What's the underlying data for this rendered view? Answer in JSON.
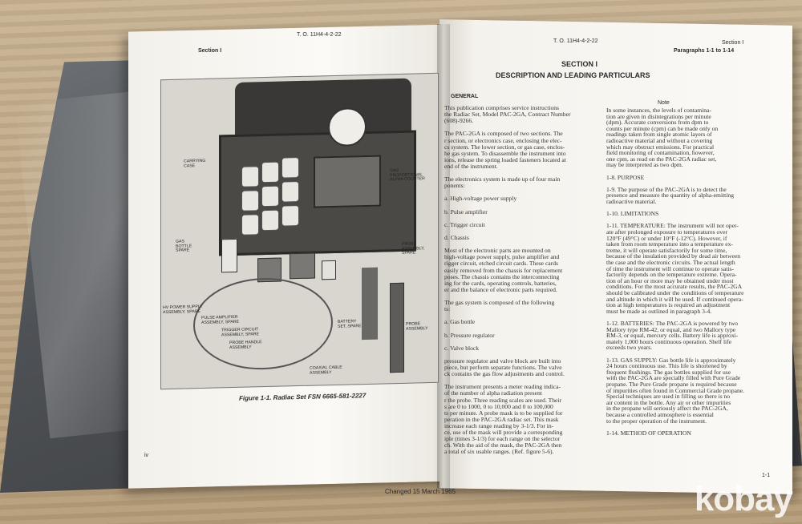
{
  "left_page": {
    "header_doc": "T. O. 11H4-4-2-22",
    "header_section": "Section I",
    "figure_caption": "Figure 1-1.  Radiac Set FSN 6665-581-2227",
    "page_number": "iv",
    "labels": {
      "carrying_case": "CARRYING\nCASE",
      "gas_counter": "GAS\nPROPORTIONAL\nALPHA COUNTER",
      "gas_bottle": "GAS\nBOTTLE\nSPARE",
      "probe_spare": "PROBE\nASSEMBLY,\nSPARE",
      "hv_power": "HV POWER SUPPLY\nASSEMBLY, SPARE",
      "pulse_amp": "PULSE AMPLIFIER\nASSEMBLY, SPARE",
      "trigger": "TRIGGER CIRCUIT\nASSEMBLY, SPARE",
      "probe_handle": "PROBE HANDLE\nASSEMBLY",
      "battery": "BATTERY\nSET, SPARE",
      "probe_assembly": "PROBE\nASSEMBLY",
      "coax": "COAXIAL CABLE\nASSEMBLY"
    }
  },
  "right_page": {
    "header_doc": "T. O. 11H4-4-2-22",
    "header_section": "Section I",
    "header_paragraphs": "Paragraphs 1-1 to 1-14",
    "section_title": "SECTION I",
    "section_subtitle": "DESCRIPTION AND LEADING PARTICULARS",
    "general_heading": "GENERAL",
    "left_col": [
      "This publication comprises service instructions",
      "the Radiac Set, Model PAC-2GA, Contract Number",
      "(608)-9266.",
      "",
      "The PAC-2GA is composed of two sections.  The",
      "r section, or electronics case, enclosing the elec-",
      "cs system.  The lower section, or gas case, enclos-",
      "he gas system.  To disassemble the instrument into",
      "ions, release the spring loaded fasteners located at",
      "end of the instrument.",
      "",
      "The electronics system is made up of four main",
      "ponents:",
      "",
      "a.  High-voltage power supply",
      "",
      "b.  Pulse amplifier",
      "",
      "c.  Trigger circuit",
      "",
      "d.  Chassis",
      "",
      "Most of the electronic parts are mounted on",
      "high-voltage power supply, pulse amplifier and",
      "rigger circuit, etched circuit cards.  These cards",
      "easily removed from the chassis for replacement",
      "poses.  The chassis contains the interconnecting",
      "ing for the cards, operating controls, batteries,",
      "er and the balance of electronic parts required.",
      "",
      "The gas system is composed of the following",
      "ts:",
      "",
      "a.  Gas bottle",
      "",
      "b.  Pressure regulator",
      "",
      "c.  Valve block",
      "",
      "pressure regulator and valve block are built into",
      "piece, but perform separate functions.  The valve",
      "ck contains the gas flow adjustments and control.",
      "",
      "The instrument presents a meter reading indica-",
      "of the number of alpha radiation present",
      "r the probe.  Three reading scales are used.  Their",
      "s are 0 to 1000, 0 to 10,000 and 0 to 100,000",
      "ts per minute.  A probe mask is to be supplied for",
      "peration in the PAC-2GA radiac set.  This mask",
      "increase each range reading by 3-1/3.  For in-",
      "ce, use of the mask will provide a corresponding",
      "iple (times 3-1/3) for each range on the selector",
      "ch.  With the aid of the mask, the PAC-2GA then",
      "a total of six usable ranges. (Ref. figure 5-6)."
    ],
    "note_heading": "Note",
    "right_col": [
      "In some instances, the levels of contamina-",
      "tion are given in disintegrations per minute",
      "(dpm).  Accurate conversions from dpm to",
      "counts per minute (cpm) can be made only on",
      "readings taken from single atomic layers of",
      "radioactive material and without a covering",
      "which may obstruct emissions.  For practical",
      "field monitoring of contamination, however,",
      "one cpm, as read on the PAC-2GA radiac set,",
      "may be interpreted as two dpm.",
      "",
      "1-8.  PURPOSE",
      "",
      "1-9.    The purpose of the PAC-2GA is to detect the",
      "presence and measure the quantity of alpha-emitting",
      "radioactive material.",
      "",
      "1-10.  LIMITATIONS",
      "",
      "1-11.  TEMPERATURE:  The instrument will not oper-",
      "ate after prolonged exposure to temperatures over",
      "120°F (49°C) or under 10°F (-12°C).  However, if",
      "taken from room temperature into a temperature ex-",
      "treme, it will operate satisfactorily for some time,",
      "because of the insulation provided by dead air between",
      "the case and the electronic circuits.  The actual length",
      "of time the instrument will continue to operate satis-",
      "factorily depends on the temperature extreme.  Opera-",
      "tion of an hour or more may be obtained under most",
      "conditions.  For the most accurate results, the PAC-2GA",
      "should be calibrated under the conditions of temperature",
      "and altitude in which it will be used.  If continued opera-",
      "tion at high temperatures is required an adjustment",
      "must be made as outlined in paragraph 3-4.",
      "",
      "1-12.  BATTERIES:  The PAC-2GA is powered by two",
      "Mallory type RM-42, or equal, and two Mallory type",
      "RM-3, or equal, mercury cells.  Battery life is approxi-",
      "mately 1,000 hours continuous operation.  Shelf life",
      "exceeds two years.",
      "",
      "1-13.  GAS SUPPLY:  Gas bottle life is approximately",
      "24 hours continuous use.  This life is shortened by",
      "frequent flushings.  The gas bottles supplied for use",
      "with the PAC-2GA are specially filled with Pure Grade",
      "propane.  The Pure Grade propane is required because",
      "of impurities often found in Commercial Grade propane.",
      "Special techniques are used in filling so there is no",
      "air content in the bottle.  Any air or other impurities",
      "in the propane will seriously affect the PAC-2GA,",
      "because a controlled atmosphere is essential",
      "to the proper operation of the instrument.",
      "",
      "1-14.  METHOD OF OPERATION"
    ],
    "footer": "Changed 15 March 1965",
    "page_number": "1-1"
  },
  "watermark": "kobay"
}
